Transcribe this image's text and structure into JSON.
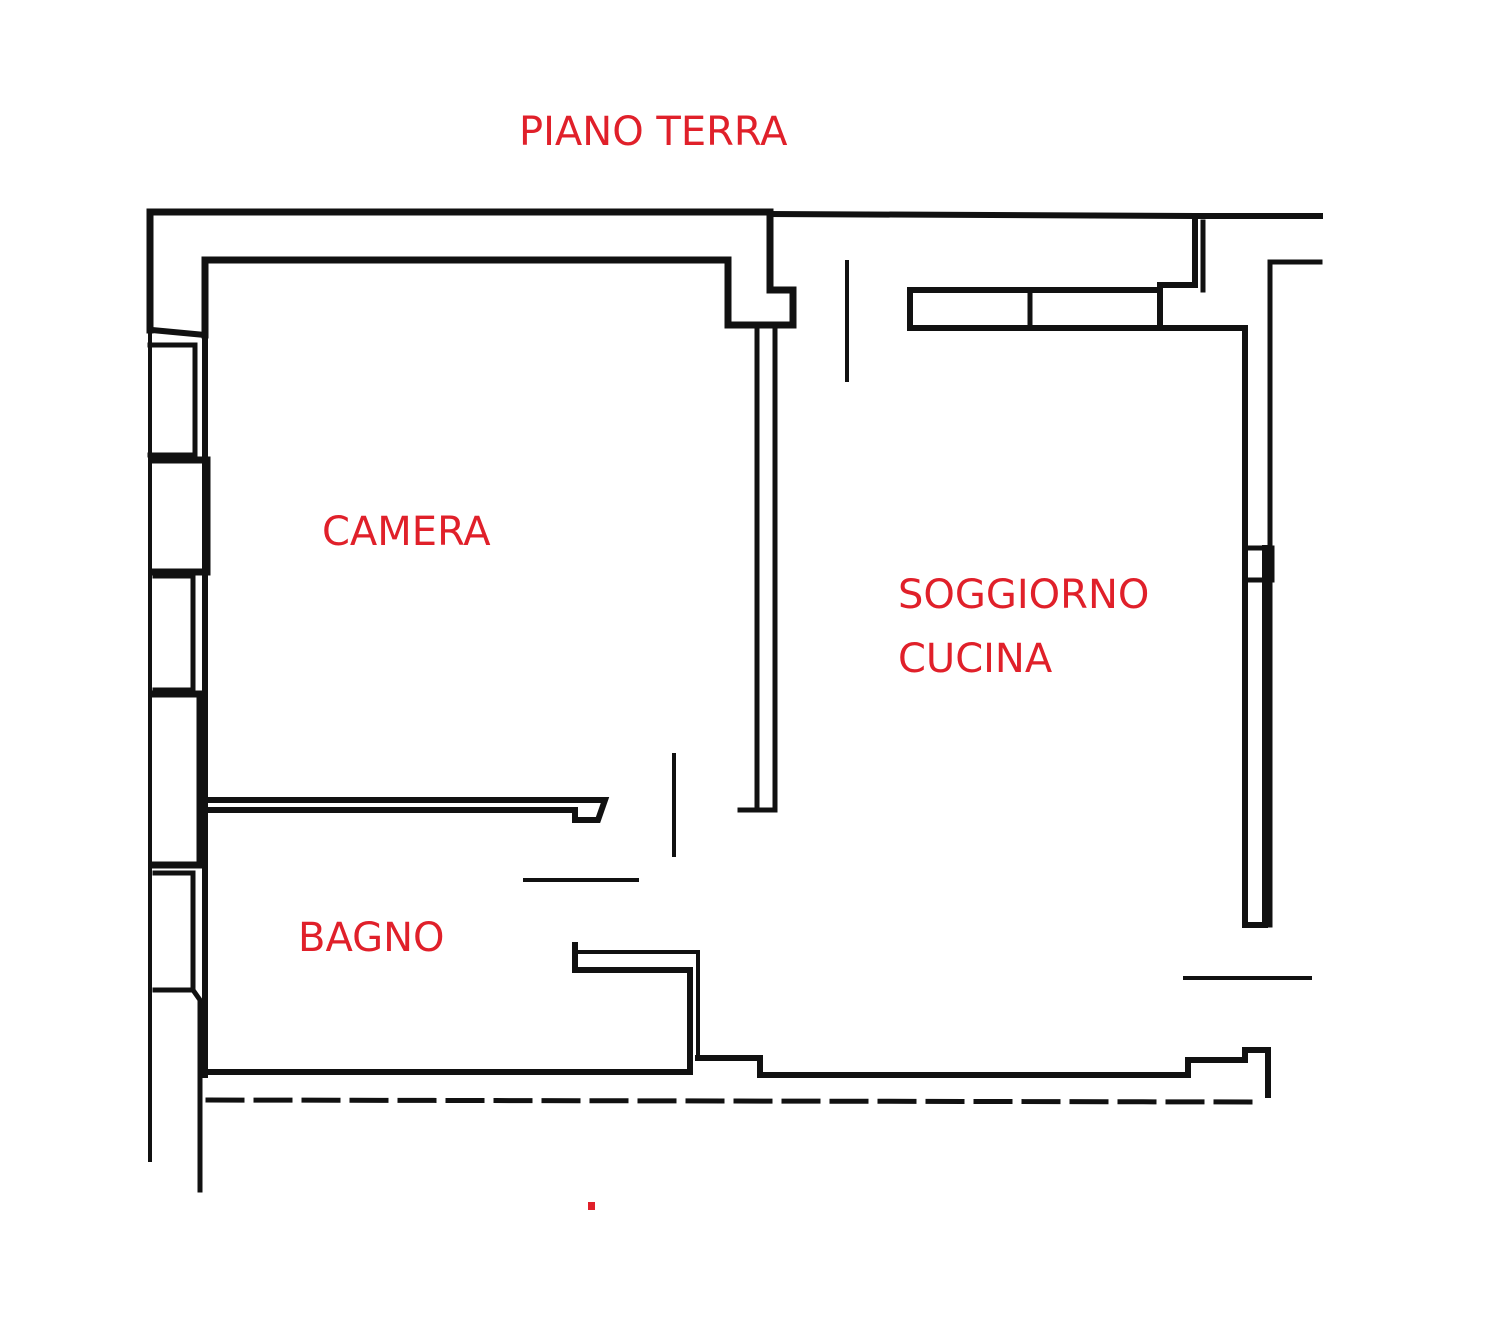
{
  "plan": {
    "title": "PIANO TERRA",
    "colors": {
      "label": "#e0202a",
      "wall": "#111111",
      "background": "#ffffff"
    },
    "rooms": [
      {
        "id": "camera",
        "lines": [
          "CAMERA"
        ]
      },
      {
        "id": "soggiorno-cucina",
        "lines": [
          "SOGGIORNO",
          "CUCINA"
        ]
      },
      {
        "id": "bagno",
        "lines": [
          "BAGNO"
        ]
      }
    ]
  }
}
